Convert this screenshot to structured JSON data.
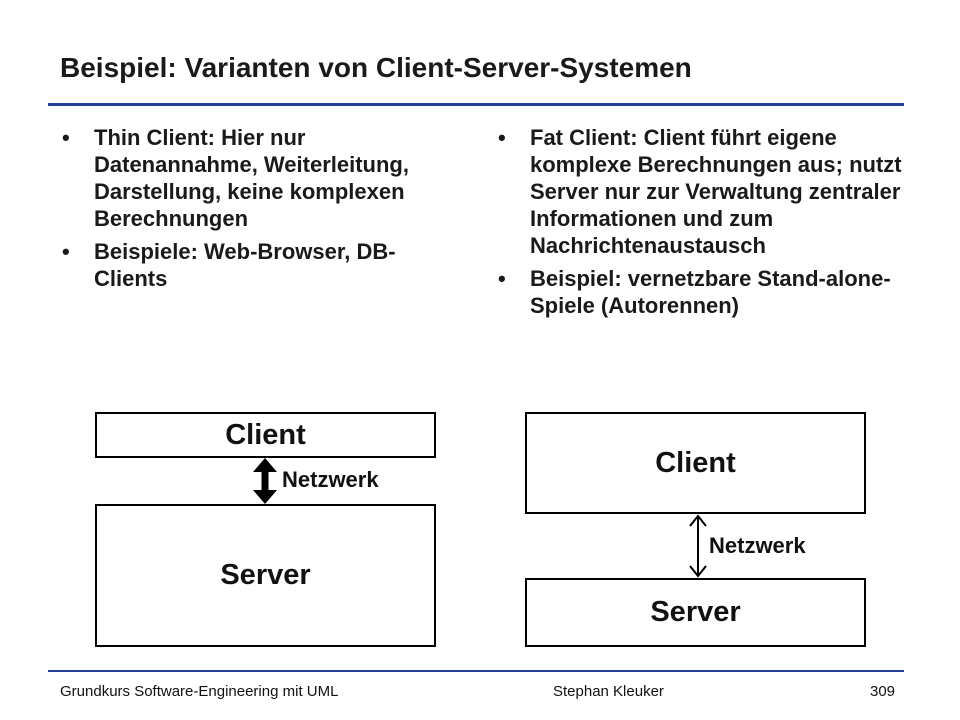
{
  "slide": {
    "title": "Beispiel: Varianten von Client-Server-Systemen"
  },
  "left": {
    "bullets": [
      "Thin Client: Hier nur Datenannahme, Weiterleitung, Darstellung, keine komplexen Berechnungen",
      "Beispiele: Web-Browser, DB-Clients"
    ],
    "diagram": {
      "client_label": "Client",
      "server_label": "Server",
      "network_label": "Netzwerk"
    }
  },
  "right": {
    "bullets": [
      "Fat Client: Client führt eigene komplexe Berechnungen aus; nutzt Server nur zur Verwaltung zentraler Informationen und zum Nachrichtenaustausch",
      "Beispiel: vernetzbare Stand-alone-Spiele (Autorennen)"
    ],
    "diagram": {
      "client_label": "Client",
      "server_label": "Server",
      "network_label": "Netzwerk"
    }
  },
  "footer": {
    "course": "Grundkurs Software-Engineering mit UML",
    "author": "Stephan Kleuker",
    "page_number": "309"
  },
  "colors": {
    "rule": "#1f3f99"
  }
}
